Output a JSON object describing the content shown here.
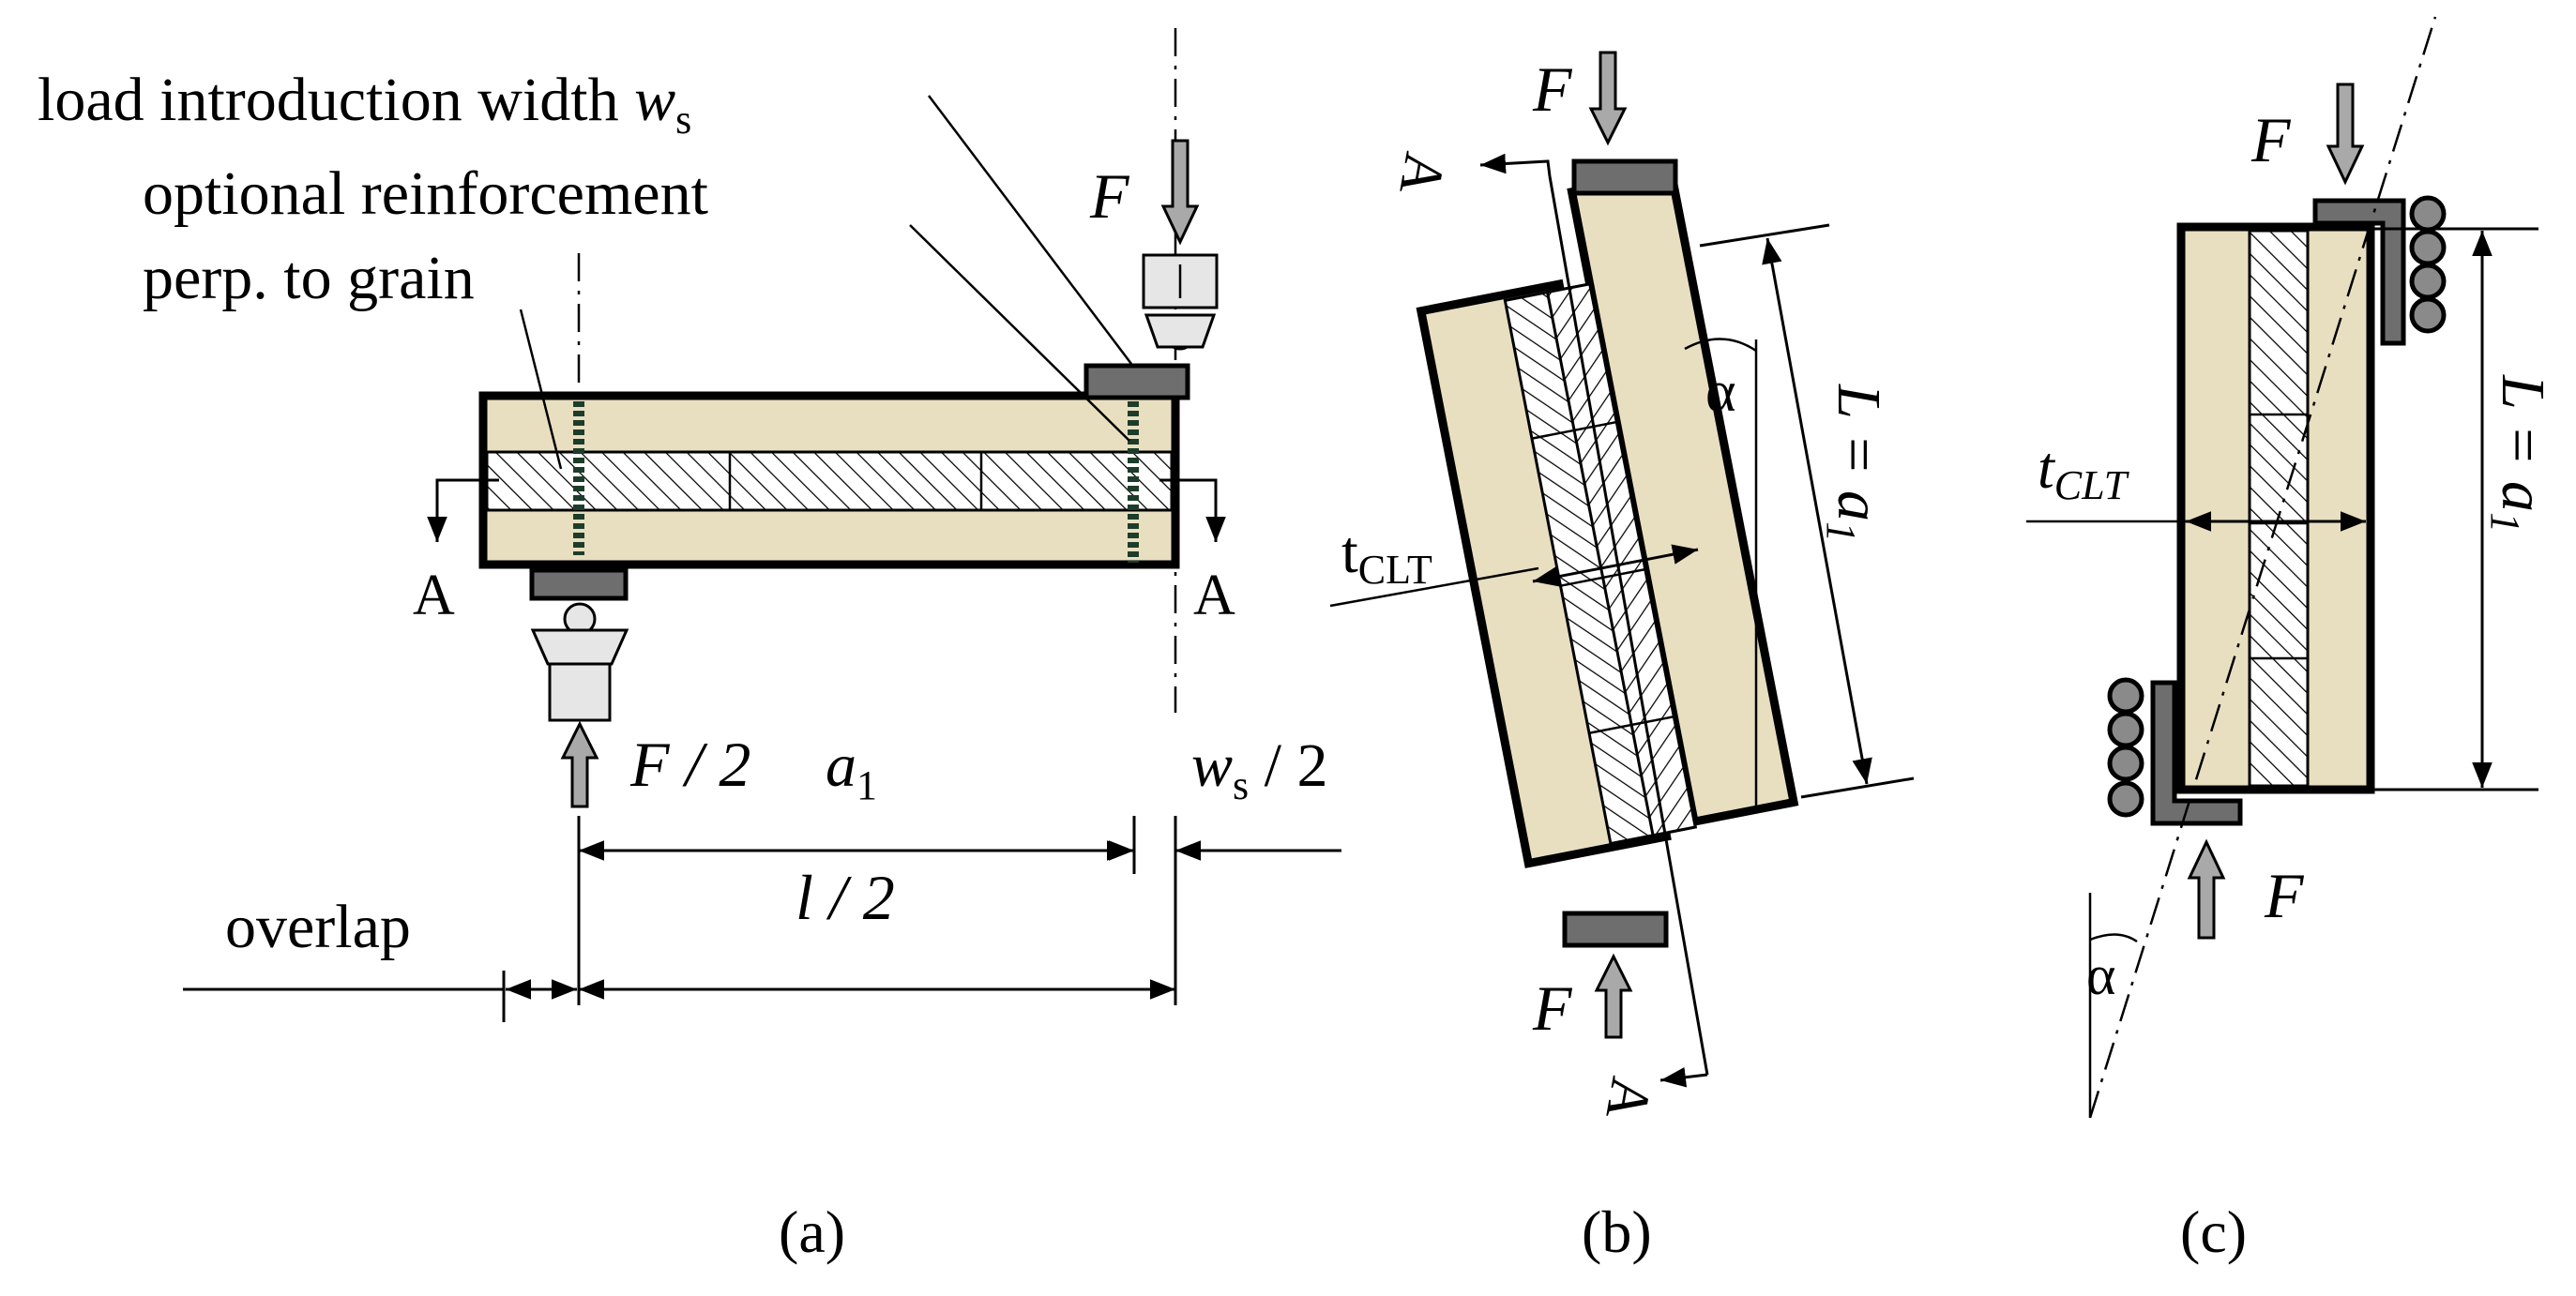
{
  "panel_a": {
    "caption": "(a)",
    "label_load_width": "load introduction width",
    "label_load_width_symbol": "w",
    "label_load_width_sub": "s",
    "label_reinforcement_1": "optional reinforcement",
    "label_reinforcement_2": "perp. to grain",
    "force_top": "F",
    "force_bottom": "F / 2",
    "section_left": "A",
    "section_right": "A",
    "dim_a1": "a",
    "dim_a1_sub": "1",
    "dim_l2": "l / 2",
    "dim_ws2_symbol": "w",
    "dim_ws2_sub": "s",
    "dim_ws2_rest": " / 2",
    "label_overlap": "overlap"
  },
  "panel_b": {
    "caption": "(b)",
    "force_top": "F",
    "force_bottom": "F",
    "section_top": "A",
    "section_bottom": "A",
    "angle": "α",
    "thickness_t": "t",
    "thickness_sub": "CLT",
    "length_label": "L = a",
    "length_sub": "1"
  },
  "panel_c": {
    "caption": "(c)",
    "force_top": "F",
    "force_bottom": "F",
    "angle": "α",
    "thickness_t": "t",
    "thickness_sub": "CLT",
    "length_label": "L = a",
    "length_sub": "1"
  },
  "colors": {
    "wood": "#e8dfc0",
    "steel_plate": "#6e6e6e",
    "force_arrow": "#a9a9a9",
    "screw": "#1d3d2a"
  }
}
